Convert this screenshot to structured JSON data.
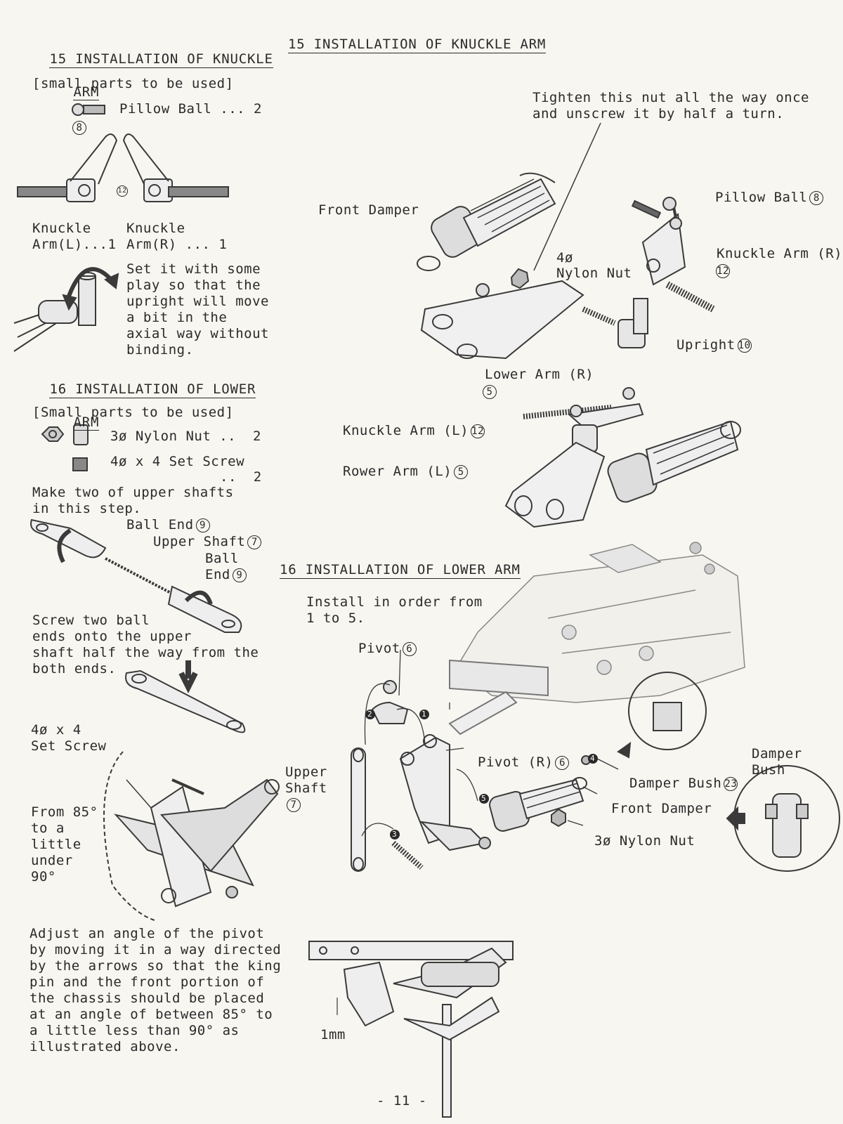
{
  "left": {
    "s15_title_line1": "15 INSTALLATION OF KNUCKLE",
    "s15_title_line2": "ARM",
    "s15_parts_heading": "[small parts to be used]",
    "pillow_ball_label": "Pillow Ball ... 2",
    "pillow_ball_num": "8",
    "knuckle_num": "12",
    "knuckle_l_label": "Knuckle\nArm(L)...1",
    "knuckle_r_label": "Knuckle\nArm(R) ... 1",
    "set_play_note": "Set it with some\nplay so that the\nupright will move\na bit in the\naxial way without\nbinding.",
    "s16_title_line1": "16 INSTALLATION OF LOWER",
    "s16_title_line2": "ARM",
    "s16_parts_heading": "[Small parts to be used]",
    "nylon_nut_label": "3ø Nylon Nut ..  2",
    "set_screw_label": "4ø x 4 Set Screw",
    "set_screw_qty": "..  2",
    "make_two_note": "Make two of upper shafts\nin this step.",
    "ball_end_label": "Ball End",
    "ball_end_num": "9",
    "upper_shaft_label": "Upper Shaft",
    "upper_shaft_num": "7",
    "ball_end2_label": "Ball\nEnd",
    "ball_end2_num": "9",
    "screw_ball_note": "Screw two ball\nends onto the upper\nshaft half the way from the\nboth ends.",
    "set_screw_callout": "4ø x 4\nSet Screw",
    "angle_note": "From 85°\nto a\nlittle\nunder\n90°",
    "adjust_note": "Adjust an angle of the pivot\nby moving it in a way directed\nby the arrows so that the king\npin and the front portion of\nthe chassis should be placed\nat an angle of between 85° to\na little less than 90° as\nillustrated above."
  },
  "right": {
    "s15_title": "15 INSTALLATION OF KNUCKLE ARM",
    "tighten_note": "Tighten this nut all the way once\nand unscrew it by half a turn.",
    "front_damper": "Front Damper",
    "pillow_ball": "Pillow Ball",
    "pillow_ball_num": "8",
    "nylon_nut_size": "4ø",
    "nylon_nut": "Nylon Nut",
    "knuckle_arm_r": "Knuckle Arm (R)",
    "knuckle_arm_r_num": "12",
    "upright": "Upright",
    "upright_num": "10",
    "lower_arm_r": "Lower Arm (R)",
    "lower_arm_r_num": "5",
    "knuckle_arm_l": "Knuckle Arm (L)",
    "knuckle_arm_l_num": "12",
    "rower_arm_l": "Rower Arm (L)",
    "rower_arm_l_num": "5",
    "s16_title": "16 INSTALLATION OF LOWER ARM",
    "install_order": "Install in order from\n1 to 5.",
    "pivot": "Pivot",
    "pivot_num": "6",
    "upper_shaft": "Upper\nShaft",
    "upper_shaft_num": "7",
    "pivot_r": "Pivot (R)",
    "pivot_r_num": "6",
    "damper_bush": "Damper Bush",
    "damper_bush_num": "23",
    "front_damper2": "Front Damper",
    "nylon_nut2": "3ø Nylon Nut",
    "damper_bush_callout": "Damper\nBush",
    "step_nums": [
      "1",
      "2",
      "3",
      "4",
      "5"
    ],
    "one_mm": "1mm"
  },
  "footer": {
    "page_number": "- 11 -"
  }
}
